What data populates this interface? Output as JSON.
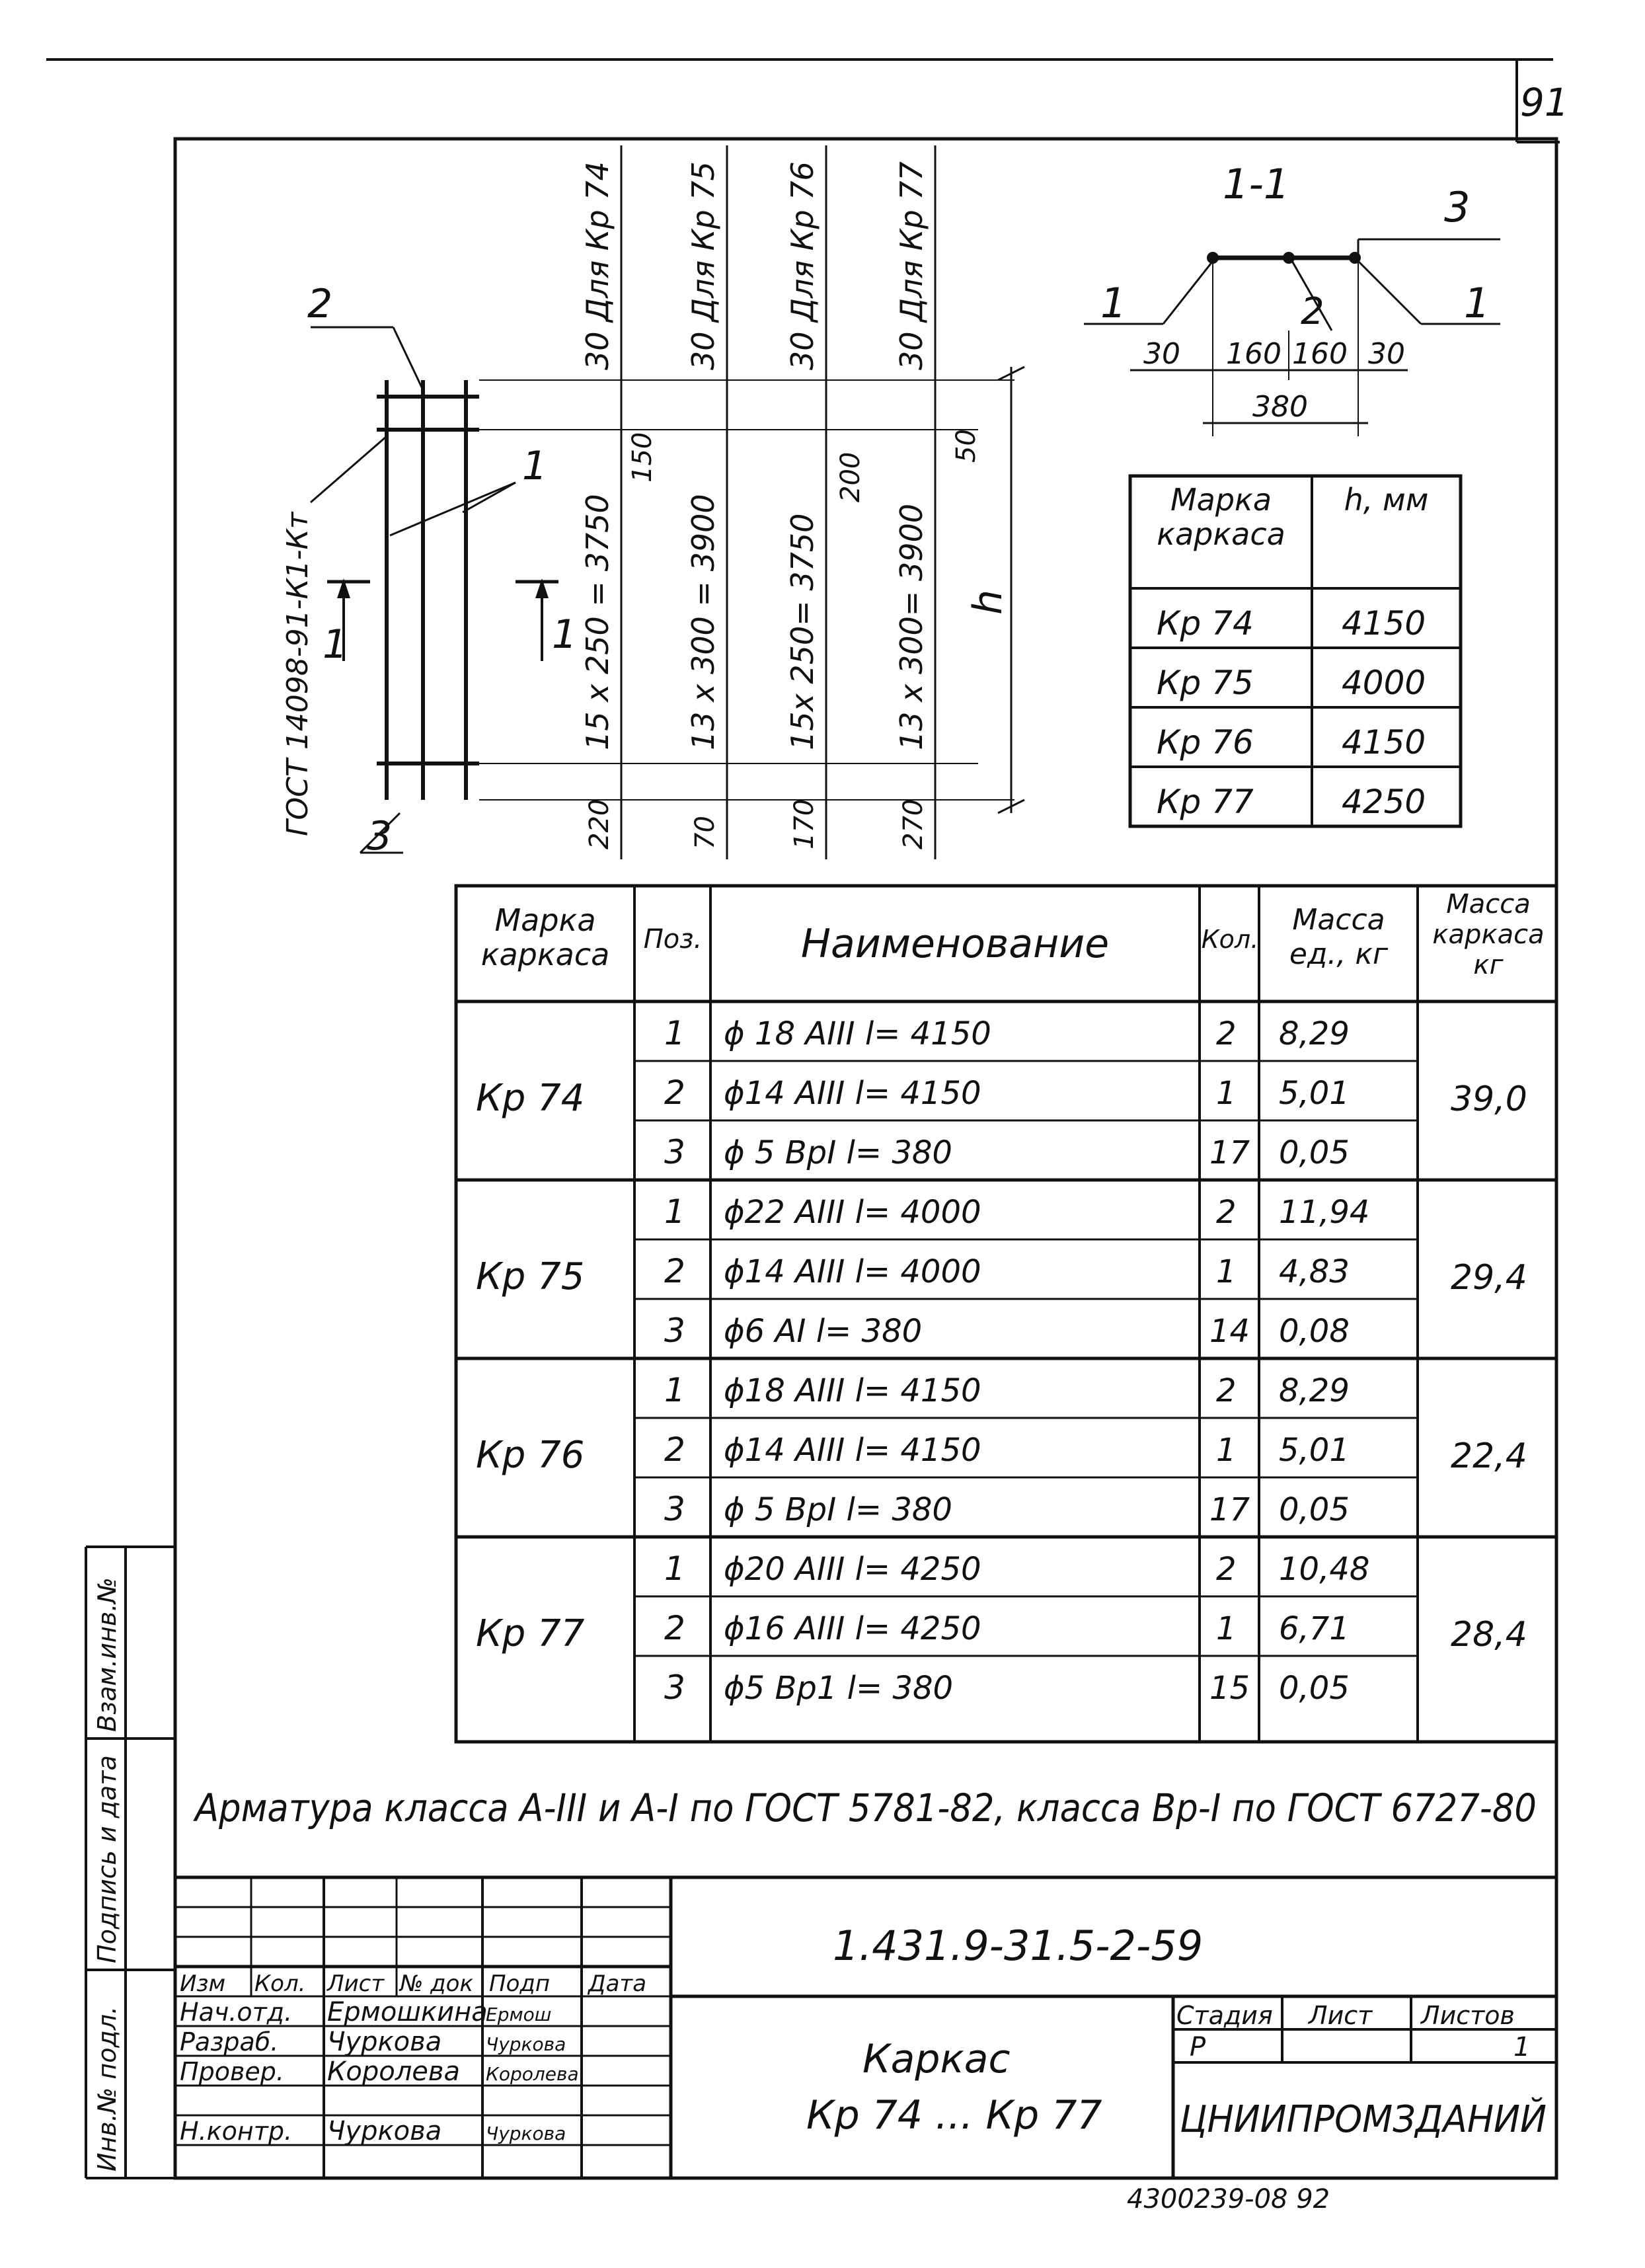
{
  "sheet_number": "91",
  "section_label": "1-1",
  "elevation": {
    "callout_2": "2",
    "callout_1": "1",
    "callout_3": "3",
    "section_mark_left": "1",
    "section_mark_right": "1",
    "gost_label": "ГОСТ 14098-91-К1-Кт",
    "height_label": "h",
    "dim_columns": [
      {
        "top": "30 Для Кр 74",
        "main": "15 х 250 = 3750",
        "top_gap": "150",
        "bottom": "220"
      },
      {
        "top": "30 Для Кр 75",
        "main": "13 х 300 = 3900",
        "top_gap": "",
        "bottom": "70"
      },
      {
        "top": "30 Для Кр 76",
        "main": "15х 250= 3750",
        "top_gap": "200",
        "bottom": "170"
      },
      {
        "top": "30 Для Кр 77",
        "main": "13 х 300= 3900",
        "top_gap": "50",
        "bottom": "270"
      }
    ]
  },
  "section": {
    "callout_3": "3",
    "callout_1_left": "1",
    "callout_2": "2",
    "callout_1_right": "1",
    "dims": [
      "30",
      "160",
      "160",
      "30"
    ],
    "total": "380"
  },
  "h_table": {
    "header": [
      "Марка каркаса",
      "h, мм"
    ],
    "rows": [
      [
        "Кр 74",
        "4150"
      ],
      [
        "Кр 75",
        "4000"
      ],
      [
        "Кр 76",
        "4150"
      ],
      [
        "Кр 77",
        "4250"
      ]
    ]
  },
  "spec_table": {
    "headers": [
      "Марка каркаса",
      "Поз.",
      "Наименование",
      "Кол.",
      "Масса ед., кг",
      "Масса каркаса кг"
    ],
    "groups": [
      {
        "mark": "Кр 74",
        "total": "39,0",
        "rows": [
          {
            "pos": "1",
            "name": "ϕ 18 АIII  l= 4150",
            "qty": "2",
            "mass": "8,29"
          },
          {
            "pos": "2",
            "name": "ϕ14 АIII  l= 4150",
            "qty": "1",
            "mass": "5,01"
          },
          {
            "pos": "3",
            "name": "ϕ 5 ВрI  l= 380",
            "qty": "17",
            "mass": "0,05"
          }
        ]
      },
      {
        "mark": "Кр 75",
        "total": "29,4",
        "rows": [
          {
            "pos": "1",
            "name": "ϕ22 АIII  l= 4000",
            "qty": "2",
            "mass": "11,94"
          },
          {
            "pos": "2",
            "name": "ϕ14 АIII  l= 4000",
            "qty": "1",
            "mass": "4,83"
          },
          {
            "pos": "3",
            "name": "ϕ6 АI   l= 380",
            "qty": "14",
            "mass": "0,08"
          }
        ]
      },
      {
        "mark": "Кр 76",
        "total": "22,4",
        "rows": [
          {
            "pos": "1",
            "name": "ϕ18 АIII  l= 4150",
            "qty": "2",
            "mass": "8,29"
          },
          {
            "pos": "2",
            "name": "ϕ14 АIII  l= 4150",
            "qty": "1",
            "mass": "5,01"
          },
          {
            "pos": "3",
            "name": "ϕ 5 ВрI  l= 380",
            "qty": "17",
            "mass": "0,05"
          }
        ]
      },
      {
        "mark": "Кр 77",
        "total": "28,4",
        "rows": [
          {
            "pos": "1",
            "name": "ϕ20 АIII  l= 4250",
            "qty": "2",
            "mass": "10,48"
          },
          {
            "pos": "2",
            "name": "ϕ16 АIII  l= 4250",
            "qty": "1",
            "mass": "6,71"
          },
          {
            "pos": "3",
            "name": "ϕ5 Вр1  l= 380",
            "qty": "15",
            "mass": "0,05"
          }
        ]
      }
    ]
  },
  "note": "Арматура класса А-III и А-I по ГОСТ 5781-82, класса Вр-I по ГОСТ 6727-80",
  "title_block": {
    "doc_code": "1.431.9-31.5-2-59",
    "column_headers": [
      "Изм",
      "Кол.",
      "Лист",
      "№ док",
      "Подп",
      "Дата"
    ],
    "roles": [
      {
        "role": "Нач.отд.",
        "name": "Ермошкина",
        "sign": "Ермош"
      },
      {
        "role": "Разраб.",
        "name": "Чуркова",
        "sign": "Чуркова"
      },
      {
        "role": "Провер.",
        "name": "Королева",
        "sign": "Королева"
      },
      {
        "role": "",
        "name": "",
        "sign": ""
      },
      {
        "role": "Н.контр.",
        "name": "Чуркова",
        "sign": "Чуркова"
      }
    ],
    "title_line1": "Каркас",
    "title_line2": "Кр 74 ... Кр 77",
    "stage_header": "Стадия",
    "sheet_header": "Лист",
    "sheets_header": "Листов",
    "stage": "Р",
    "sheets": "1",
    "org": "ЦНИИПРОМЗДАНИЙ"
  },
  "side_stamp": {
    "inv_original": "Инв.№ подл.",
    "sign_date": "Подпись и дата",
    "inv_replace": "Взам.инв.№"
  },
  "footer_stamp": "4300239-08   92"
}
